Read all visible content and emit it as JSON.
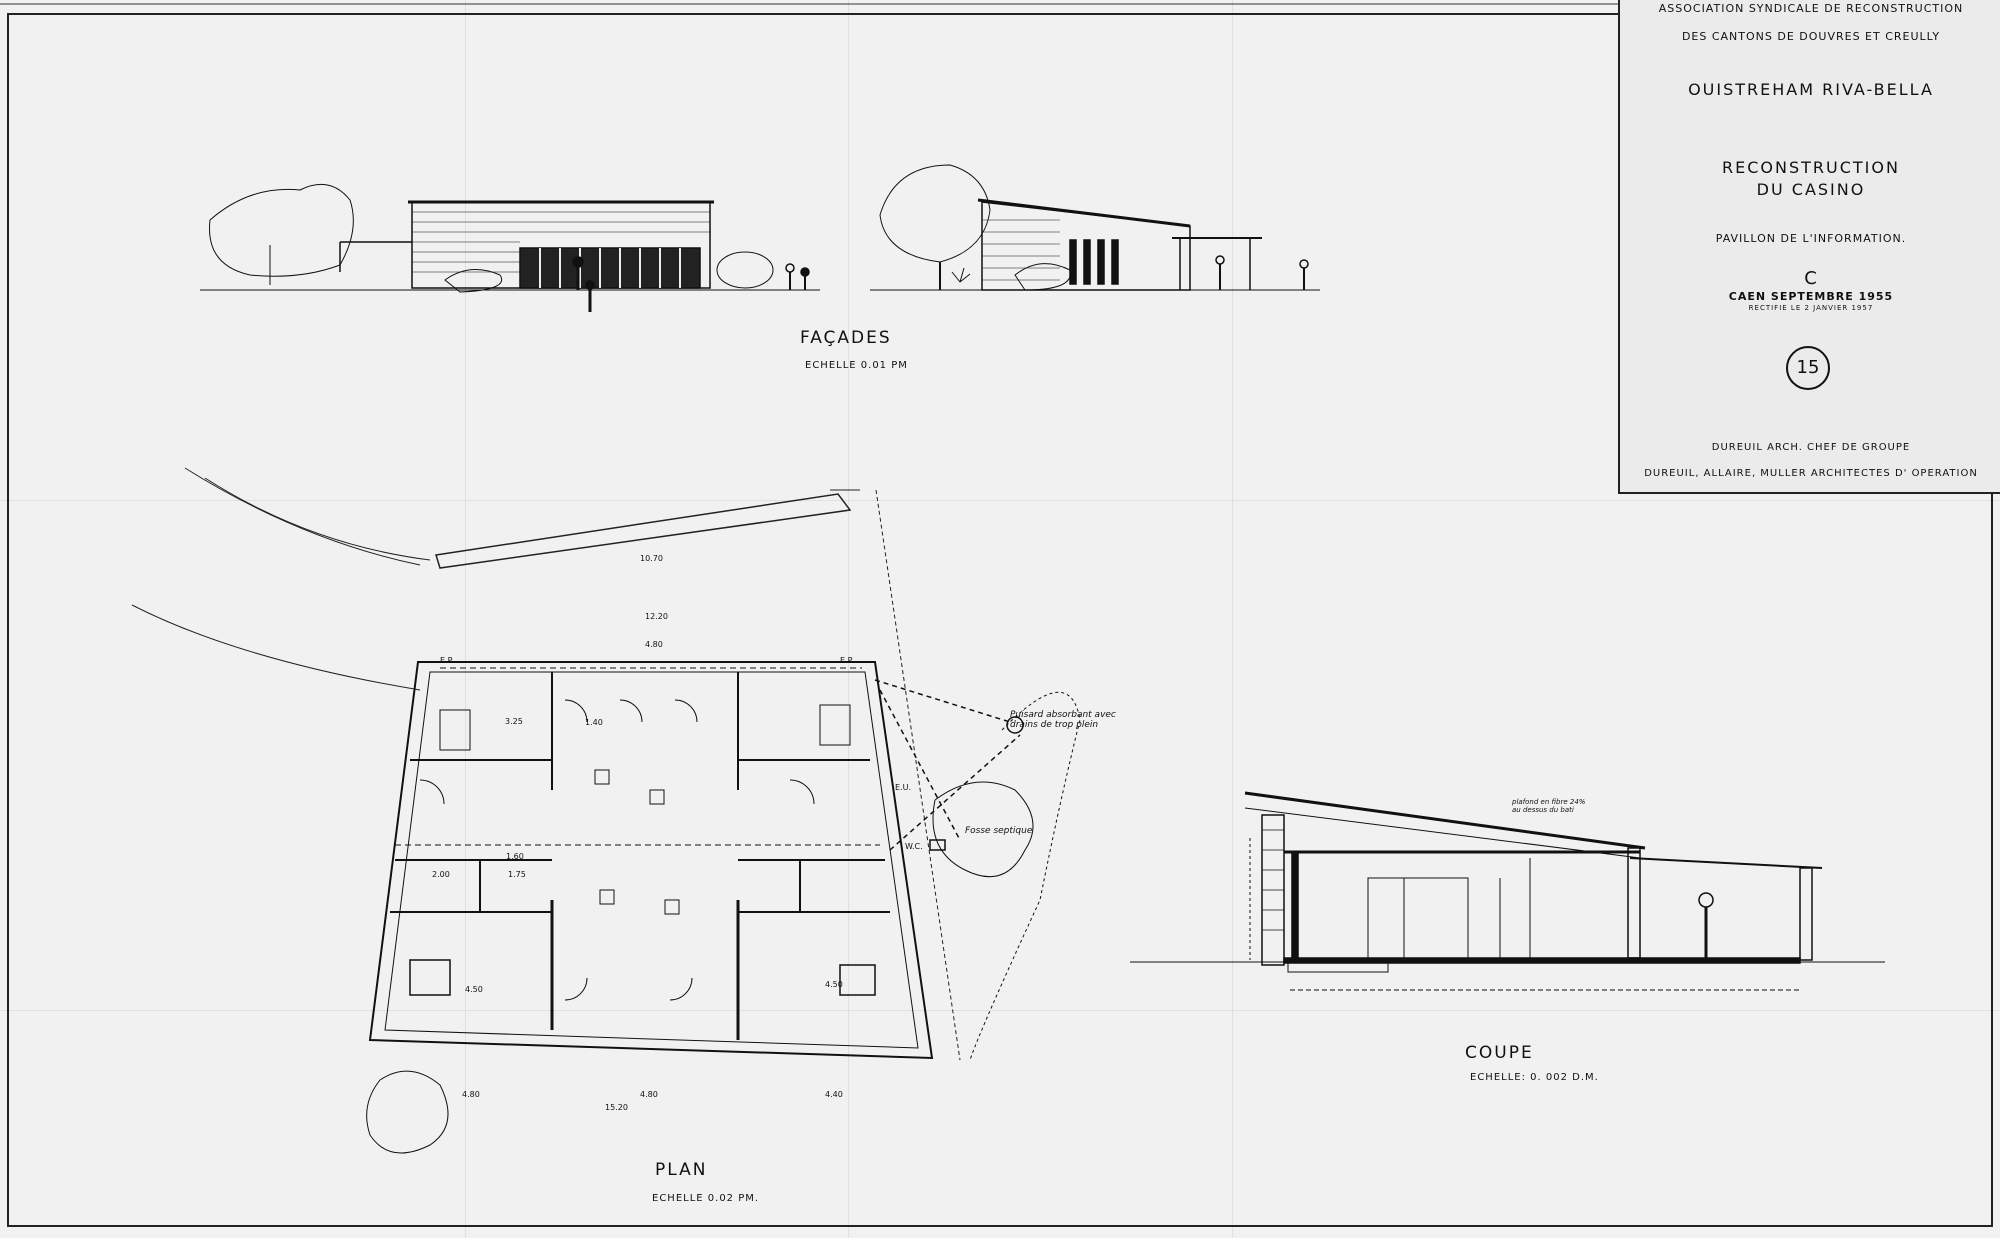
{
  "titleblock": {
    "line1": "ASSOCIATION SYNDICALE DE RECONSTRUCTION",
    "line2": "DES CANTONS DE DOUVRES ET CREULLY",
    "place": "OUISTREHAM   RIVA-BELLA",
    "project1": "RECONSTRUCTION",
    "project2": "DU CASINO",
    "subject": "PAVILLON DE L'INFORMATION.",
    "symbol": "C",
    "date": "CAEN SEPTEMBRE 1955",
    "revision": "RECTIFIE LE 2 JANVIER 1957",
    "sheet_number": "15",
    "chief": "DUREUIL    ARCH. CHEF DE GROUPE",
    "operation": "DUREUIL, ALLAIRE, MULLER    ARCHITECTES D' OPERATION"
  },
  "views": {
    "facades_title": "FAÇADES",
    "facades_scale": "ECHELLE 0.01 PM",
    "plan_title": "PLAN",
    "plan_scale": "ECHELLE 0.02 PM.",
    "coupe_title": "COUPE",
    "coupe_scale": "ECHELLE: 0. 002 D.M."
  },
  "notes": {
    "puisard": "Puisard absorbant avec drains de trop plein",
    "fosse": "Fosse septique",
    "plafond": "plafond en fibre 24% au dessus du bati",
    "ep_label": "E.P.",
    "eu_label": "E.U.",
    "wc_label": "W.C."
  },
  "dimensions": {
    "total_top": "12.20",
    "inner_top": "4.80",
    "total_bottom": "15.20",
    "bottom_left": "4.80",
    "bottom_mid": "4.80",
    "bottom_right": "4.40",
    "wall_curve": "10.70",
    "room_a": "3.25",
    "room_b": "4.50",
    "room_c": "4.50",
    "room_d": "2.00",
    "room_e": "1.75",
    "room_f": "1.60",
    "room_g": "1.40"
  }
}
